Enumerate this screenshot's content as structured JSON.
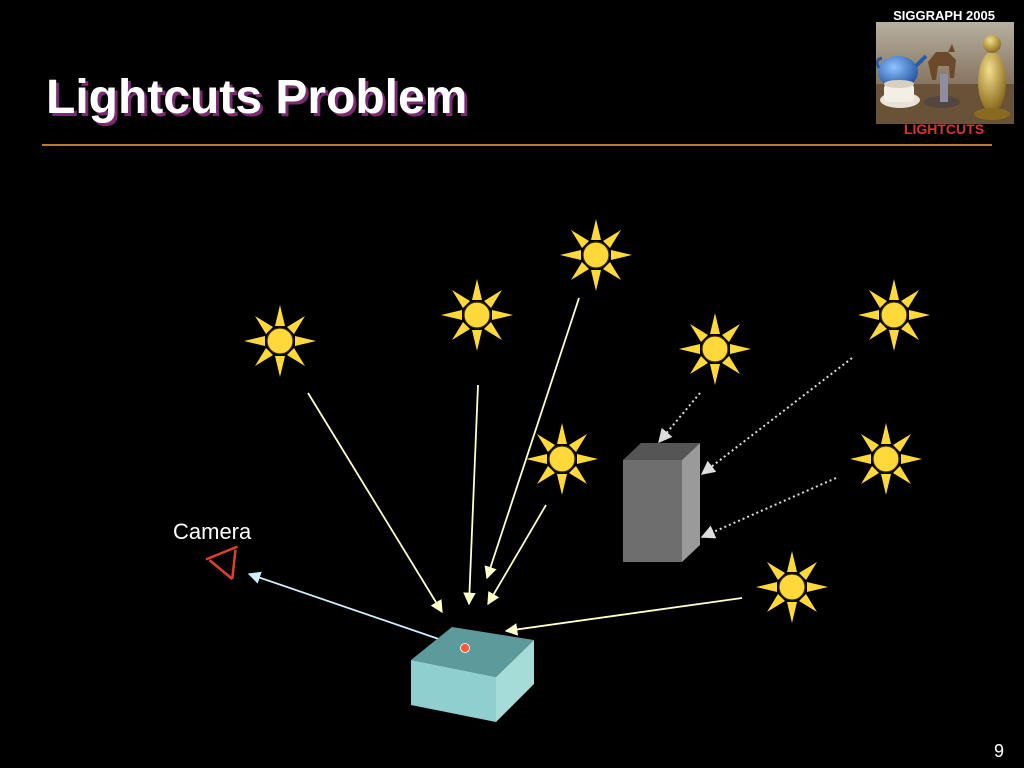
{
  "slide": {
    "title": "Lightcuts Problem",
    "conference": "SIGGRAPH 2005",
    "logo_label": "LIGHTCUTS",
    "camera_label": "Camera",
    "page_number": "9"
  },
  "colors": {
    "background": "#000000",
    "title_shadow": "#7a2a72",
    "rule": "#c07a2a",
    "light_fill": "#ffd93a",
    "light_ray": "#ffffc8",
    "shadow_ray": "#dddddd",
    "camera_ray": "#cfefff",
    "camera_glyph": "#e0402a",
    "receiver_box": "#7fbfc0",
    "occluder_box": "#6e6e6e",
    "shading_point": "#ff5a3a"
  }
}
